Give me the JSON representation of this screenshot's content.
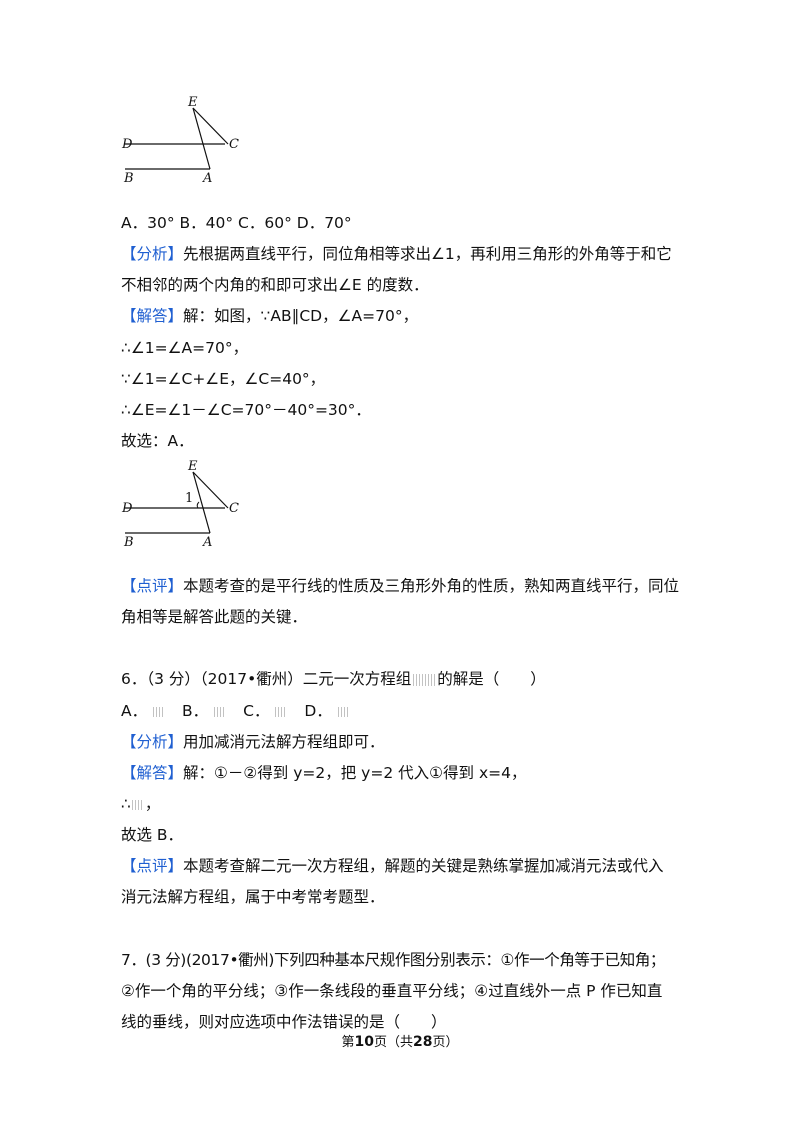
{
  "figure1": {
    "labels": {
      "E": "E",
      "D": "D",
      "C": "C",
      "B": "B",
      "A": "A"
    }
  },
  "figure2": {
    "labels": {
      "E": "E",
      "D": "D",
      "C": "C",
      "B": "B",
      "A": "A",
      "angle": "1"
    }
  },
  "q5": {
    "options": "A．30°  B．40°  C．60°  D．70°",
    "analysis_tag": "【分析】",
    "analysis_1": "先根据两直线平行，同位角相等求出∠1，再利用三角形的外角等于和它",
    "analysis_2": "不相邻的两个内角的和即可求出∠E 的度数．",
    "solution_tag": "【解答】",
    "solution_1": "解：如图，∵AB∥CD，∠A=70°，",
    "solution_2": "∴∠1=∠A=70°，",
    "solution_3": "∵∠1=∠C+∠E，∠C=40°，",
    "solution_4": "∴∠E=∠1－∠C=70°－40°=30°．",
    "choose": "故选：A．",
    "comment_tag": "【点评】",
    "comment_1": "本题考查的是平行线的性质及三角形外角的性质，熟知两直线平行，同位",
    "comment_2": "角相等是解答此题的关键．"
  },
  "q6": {
    "stem_a": "6．（3 分）（2017•衢州）二元一次方程组",
    "stem_b": "的解是（　　）",
    "opt_a": "A．",
    "opt_b": "B．",
    "opt_c": "C．",
    "opt_d": "D．",
    "analysis_tag": "【分析】",
    "analysis_1": "用加减消元法解方程组即可．",
    "solution_tag": "【解答】",
    "solution_1": "解：①－②得到 y=2，把 y=2 代入①得到 x=4，",
    "solution_2": "∴",
    "solution_2_end": "，",
    "choose": "故选 B．",
    "comment_tag": "【点评】",
    "comment_1": "本题考查解二元一次方程组，解题的关键是熟练掌握加减消元法或代入",
    "comment_2": "消元法解方程组，属于中考常考题型．"
  },
  "q7": {
    "line_1": "7．(3 分)(2017•衢州)下列四种基本尺规作图分别表示：①作一个角等于已知角；",
    "line_2": "②作一个角的平分线；③作一条线段的垂直平分线；④过直线外一点 P 作已知直",
    "line_3": "线的垂线，则对应选项中作法错误的是（　　）"
  },
  "footer": {
    "prefix": "第",
    "page": "10",
    "mid": "页（共",
    "total": "28",
    "suffix": "页）"
  }
}
